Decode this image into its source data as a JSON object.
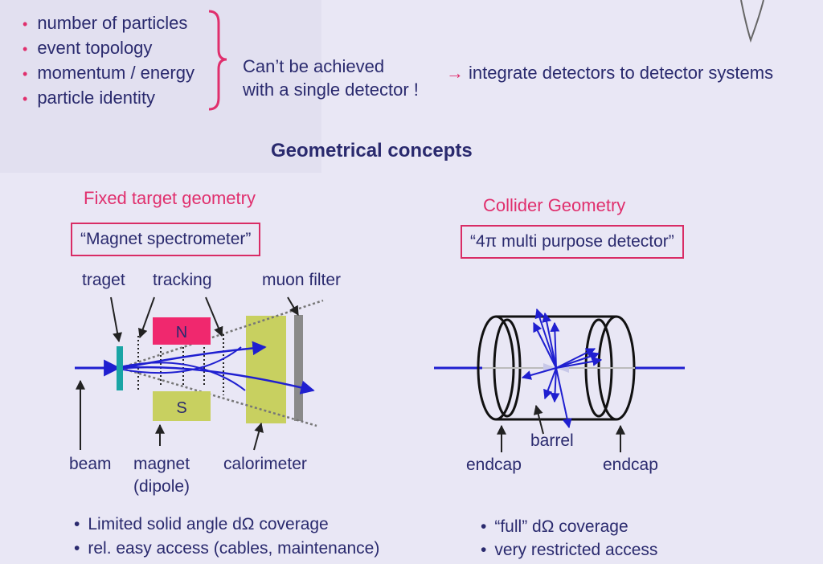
{
  "top": {
    "bullets": [
      "number of particles",
      "event topology",
      "momentum / energy",
      "particle identity"
    ],
    "cant_line1": "Can’t be achieved",
    "cant_line2": "with a single detector !",
    "arrow": "→",
    "integrate": "integrate detectors to detector systems"
  },
  "heading": "Geometrical concepts",
  "fixed": {
    "title": "Fixed target geometry",
    "box": "“Magnet spectrometer”",
    "labels": {
      "traget": "traget",
      "tracking": "tracking",
      "muon_filter": "muon filter",
      "magnet_n": "N",
      "magnet_s": "S",
      "beam": "beam",
      "magnet": "magnet",
      "dipole": "(dipole)",
      "calorimeter": "calorimeter"
    },
    "bullets": [
      "Limited solid angle dΩ coverage",
      "rel. easy access (cables, maintenance)"
    ]
  },
  "collider": {
    "title": "Collider Geometry",
    "box": "“4π multi purpose detector”",
    "labels": {
      "barrel": "barrel",
      "endcap_left": "endcap",
      "endcap_right": "endcap"
    },
    "bullets": [
      "“full” dΩ coverage",
      "very restricted access"
    ]
  },
  "colors": {
    "accent": "#e02f6d",
    "text": "#2a2a6e",
    "arrow": "#1f1fd0",
    "calorimeter": "#c8d060",
    "magnet_n": "#f0286e",
    "target": "#1aa5a5"
  }
}
